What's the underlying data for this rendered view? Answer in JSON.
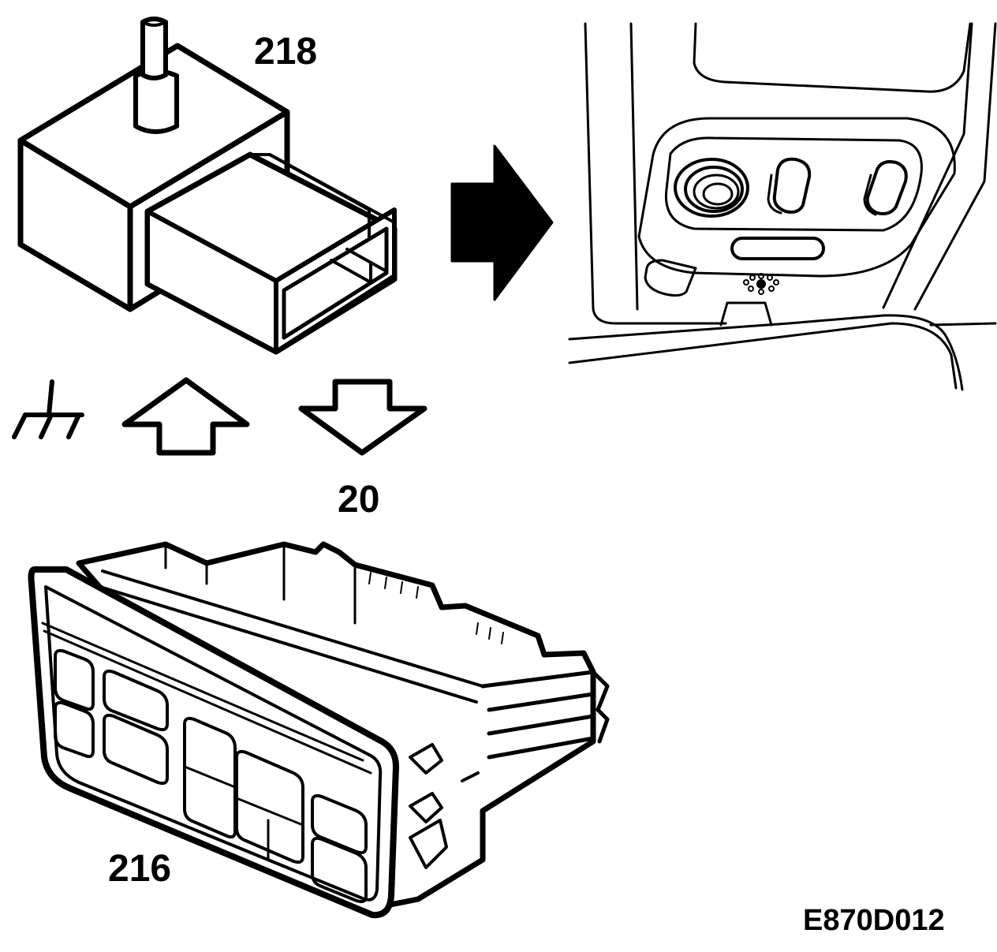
{
  "labels": {
    "sensor_number": "218",
    "signal_number": "20",
    "control_unit_number": "216",
    "figure_code": "E870D012"
  },
  "colors": {
    "line": "#000000",
    "background": "#ffffff"
  },
  "icons": {
    "ground": "ground-symbol-icon",
    "arrow_up": "arrow-up-outline-icon",
    "arrow_down": "arrow-down-outline-icon",
    "arrow_right": "arrow-right-solid-icon"
  }
}
